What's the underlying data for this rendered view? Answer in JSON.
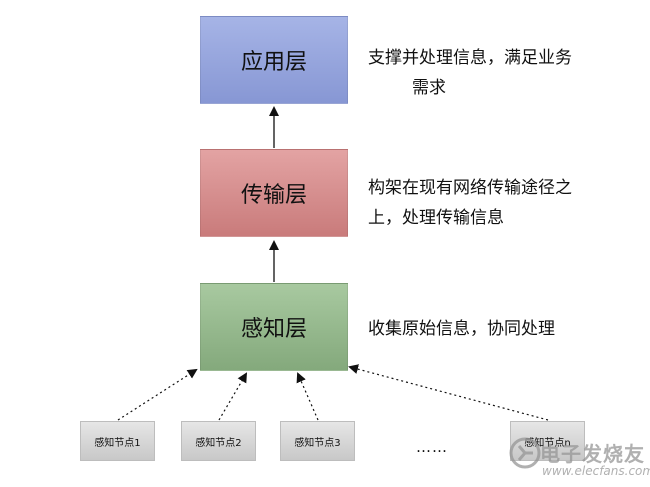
{
  "layers": {
    "application": {
      "label": "应用层",
      "description_line1": "支撑并处理信息，满足业务",
      "description_line2": "需求",
      "color": "#95a5dd"
    },
    "transport": {
      "label": "传输层",
      "description_line1": "构架在现有网络传输途径之",
      "description_line2": "上，处理传输信息",
      "color": "#d48e8e"
    },
    "perception": {
      "label": "感知层",
      "description_line1": "收集原始信息，协同处理",
      "color": "#96b98e"
    }
  },
  "nodes": [
    "感知节点1",
    "感知节点2",
    "感知节点3",
    "感知节点n"
  ],
  "ellipsis": "……",
  "watermark": {
    "text": "电子发烧友",
    "url": "www.elecfans.com"
  }
}
